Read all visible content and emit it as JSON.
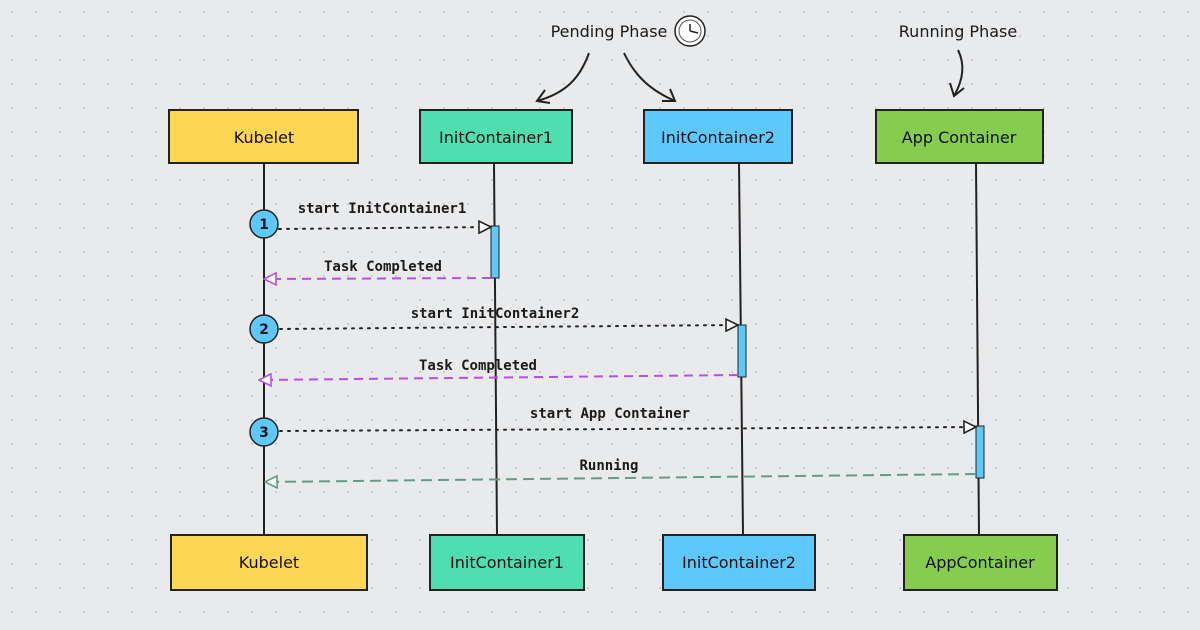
{
  "annotations": {
    "pending_phase": "Pending Phase",
    "running_phase": "Running Phase"
  },
  "participants_top": [
    {
      "label": "Kubelet",
      "color": "#fdd654"
    },
    {
      "label": "InitContainer1",
      "color": "#4fdeb0"
    },
    {
      "label": "InitContainer2",
      "color": "#5fc8fb"
    },
    {
      "label": "App Container",
      "color": "#86cc4e"
    }
  ],
  "participants_bottom": [
    {
      "label": "Kubelet",
      "color": "#fdd654"
    },
    {
      "label": "InitContainer1",
      "color": "#4fdeb0"
    },
    {
      "label": "InitContainer2",
      "color": "#5fc8fb"
    },
    {
      "label": "AppContainer",
      "color": "#86cc4e"
    }
  ],
  "steps": [
    {
      "number": "1",
      "request": "start InitContainer1",
      "response": "Task Completed"
    },
    {
      "number": "2",
      "request": "start InitContainer2",
      "response": "Task Completed"
    },
    {
      "number": "3",
      "request": "start App Container",
      "response": "Running"
    }
  ],
  "colors": {
    "request_line": "#222222",
    "response_line_init": "#b84df0",
    "response_line_app": "#5e9e88",
    "step_circle": "#5fc8fb",
    "activation_bar": "#5fc8fb"
  },
  "icons": {
    "clock": "clock-icon"
  }
}
